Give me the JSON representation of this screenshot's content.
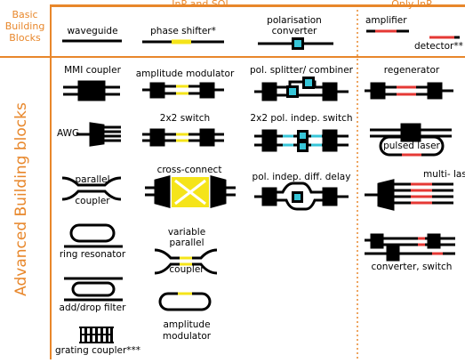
{
  "colors": {
    "accent": "#e8872b",
    "phase": "#f5e41a",
    "polar": "#37c6d8",
    "active": "#e53935",
    "line": "#000000"
  },
  "header": {
    "basic_line1": "Basic",
    "basic_line2": "Building",
    "basic_line3": "Blocks",
    "inp_soi": "InP and SOI",
    "only_inp": "Only InP",
    "advanced": "Advanced Building blocks"
  },
  "basic": {
    "waveguide": "waveguide",
    "phase_shifter": "phase shifter*",
    "polarisation_line1": "polarisation",
    "polarisation_line2": "converter",
    "amplifier": "amplifier",
    "detector": "detector**"
  },
  "advanced": {
    "mmi": "MMI coupler",
    "awg": "AWG",
    "parallel_line1": "parallel",
    "parallel_line2": "coupler",
    "ring": "ring resonator",
    "adddrop": "add/drop filter",
    "grating": "grating coupler***",
    "ampmod": "amplitude modulator",
    "switch2x2": "2x2 switch",
    "crossconnect": "cross-connect",
    "variable_line1": "variable",
    "variable_line2": "parallel",
    "variable_line3": "coupler",
    "ampmod2_line1": "amplitude",
    "ampmod2_line2": "modulator",
    "polsplit": "pol. splitter/ combiner",
    "polindep_switch": "2x2 pol. indep. switch",
    "polindep_delay": "pol. indep. diff. delay",
    "regenerator": "regenerator",
    "pulsed_laser": "pulsed laser",
    "multi_laser": "multi- laser",
    "converter_switch": "converter, switch"
  }
}
